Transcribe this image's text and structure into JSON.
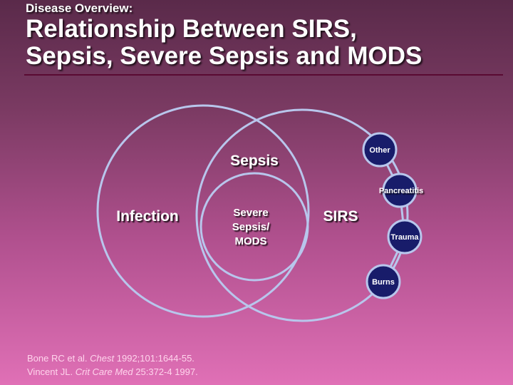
{
  "header": {
    "kicker": "Disease Overview:",
    "title_line1": "Relationship Between SIRS,",
    "title_line2": "Sepsis, Severe Sepsis and MODS"
  },
  "diagram": {
    "infection_label": "Infection",
    "sirs_label": "SIRS",
    "sepsis_label": "Sepsis",
    "severe_line1": "Severe",
    "severe_line2": "Sepsis/",
    "severe_line3": "MODS",
    "causes": [
      "Other",
      "Pancreatitis",
      "Trauma",
      "Burns"
    ]
  },
  "references": [
    {
      "authors": "Bone RC et al.",
      "journal": "Chest",
      "citation": "1992;101:1644-55."
    },
    {
      "authors": "Vincent JL.",
      "journal": "Crit Care Med",
      "citation": "25:372-4 1997."
    }
  ],
  "colors": {
    "circle_stroke": "#b8c6ec",
    "cause_fill": "#181c6a",
    "rule": "#5a0a32"
  }
}
